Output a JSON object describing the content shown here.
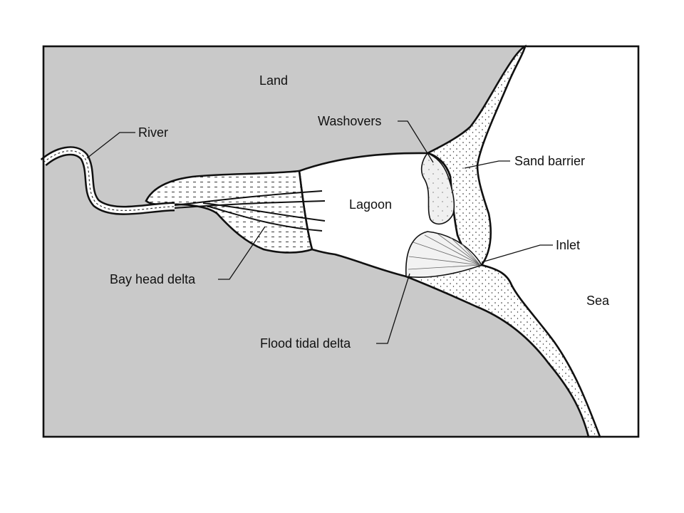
{
  "labels": {
    "land": "Land",
    "river": "River",
    "washovers": "Washovers",
    "sand_barrier": "Sand barrier",
    "lagoon": "Lagoon",
    "inlet": "Inlet",
    "bay_head_delta": "Bay head delta",
    "sea": "Sea",
    "flood_tidal_delta": "Flood tidal delta"
  },
  "colors": {
    "land": "#c9c9c9",
    "water": "#ffffff",
    "outline": "#111111"
  }
}
